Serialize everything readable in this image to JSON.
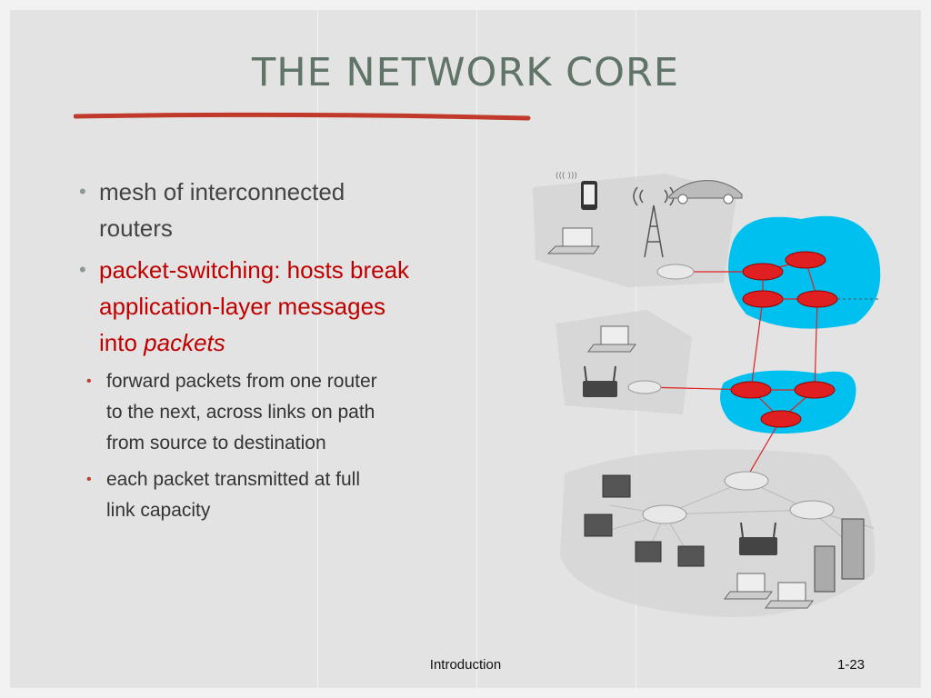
{
  "slide": {
    "title": "THE NETWORK CORE",
    "accent_color": "#c0392b",
    "title_color": "#607468",
    "bullets": [
      {
        "text": "mesh of interconnected routers",
        "line1": "mesh of interconnected",
        "line2": "routers"
      },
      {
        "line1": "packet-switching: hosts break",
        "line2": "application-layer messages",
        "line3_prefix": "into ",
        "line3_italic": "packets"
      }
    ],
    "sub_bullets": [
      {
        "line1": "forward packets from one router",
        "line2": "to the next, across links on path",
        "line3": "from source to destination"
      },
      {
        "line1": "each packet transmitted at full",
        "line2": "link capacity"
      }
    ],
    "footer": {
      "center": "Introduction",
      "right": "1-23"
    }
  },
  "diagram": {
    "network_color": "#00c0f0",
    "router_color": "#e02020",
    "icons": [
      "smartphone-icon",
      "car-icon",
      "cell-tower-icon",
      "laptop-icon",
      "router-icon",
      "wifi-access-point-icon",
      "desktop-computer-icon",
      "server-icon"
    ]
  }
}
